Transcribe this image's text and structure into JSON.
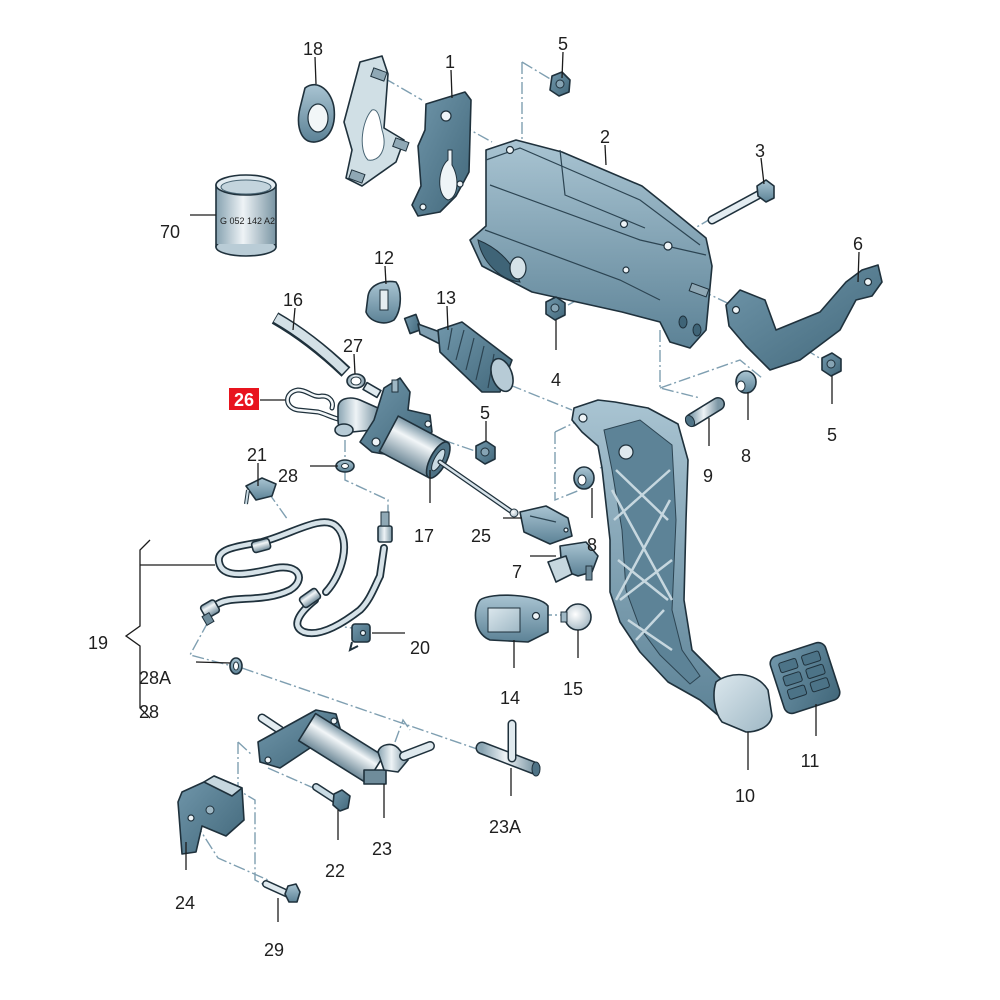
{
  "diagram": {
    "highlight_color": "#e8141e",
    "part_stamp": "G  052  142  A2"
  },
  "callouts": [
    {
      "text": "18"
    },
    {
      "text": "1"
    },
    {
      "text": "5"
    },
    {
      "text": "2"
    },
    {
      "text": "3"
    },
    {
      "text": "70"
    },
    {
      "text": "6"
    },
    {
      "text": "12"
    },
    {
      "text": "16"
    },
    {
      "text": "13"
    },
    {
      "text": "27"
    },
    {
      "text": "4"
    },
    {
      "text": "26",
      "highlighted": true
    },
    {
      "text": "5"
    },
    {
      "text": "5"
    },
    {
      "text": "21"
    },
    {
      "text": "28"
    },
    {
      "text": "8"
    },
    {
      "text": "9"
    },
    {
      "text": "17"
    },
    {
      "text": "25"
    },
    {
      "text": "8"
    },
    {
      "text": "7"
    },
    {
      "text": "19"
    },
    {
      "text": "20"
    },
    {
      "text": "28A"
    },
    {
      "text": "28"
    },
    {
      "text": "14"
    },
    {
      "text": "15"
    },
    {
      "text": "11"
    },
    {
      "text": "10"
    },
    {
      "text": "23A"
    },
    {
      "text": "23"
    },
    {
      "text": "22"
    },
    {
      "text": "24"
    },
    {
      "text": "29"
    }
  ]
}
